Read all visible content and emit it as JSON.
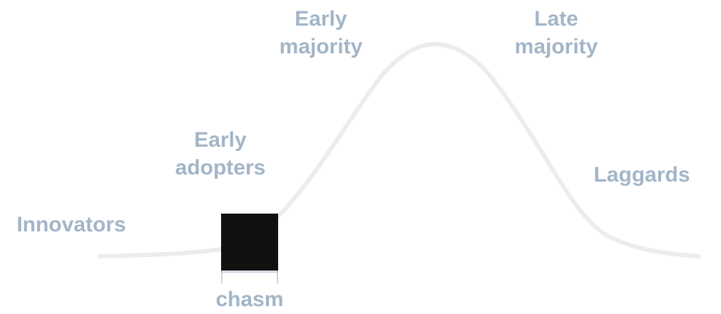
{
  "labels": {
    "early_majority": [
      "Early",
      "majority"
    ],
    "late_majority": [
      "Late",
      "majority"
    ],
    "early_adopters": [
      "Early",
      "adopters"
    ],
    "innovators": "Innovators",
    "laggards": "Laggards",
    "chasm": "chasm"
  },
  "colors": {
    "label_text": "#a3b5c8",
    "curve": "#ececec",
    "chasm_block": "#111111",
    "chasm_bracket": "#8ea8c8"
  }
}
